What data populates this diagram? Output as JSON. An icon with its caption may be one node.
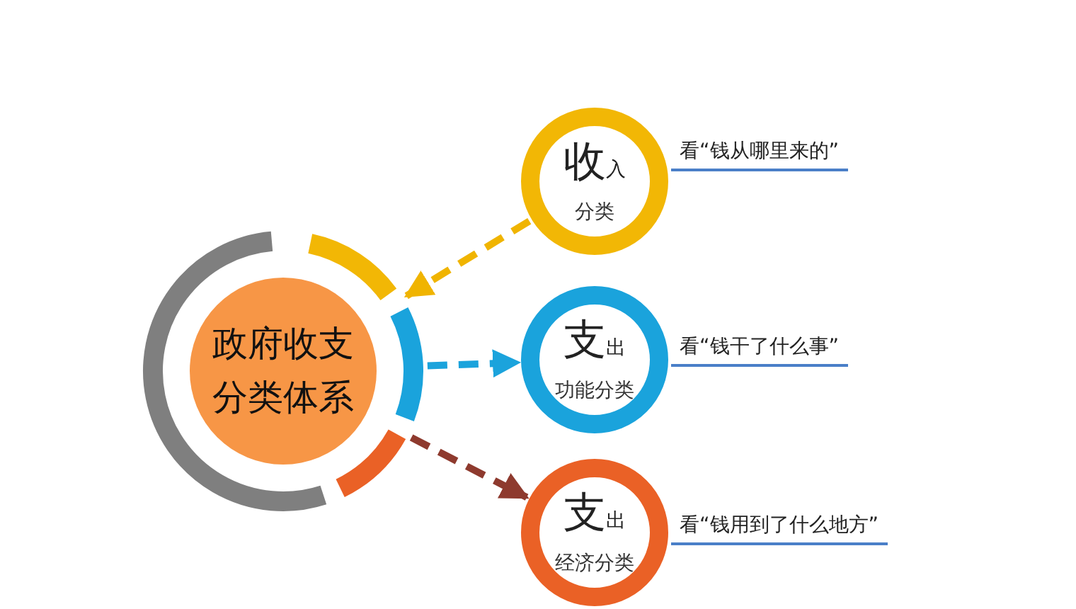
{
  "diagram": {
    "nodes": [
      {
        "text": [
          "政府收支分类体系"
        ]
      },
      {
        "text": [
          "收$_{入}$",
          "分类"
        ],
        "beside": [
          "看“钱从哪里来的”"
        ]
      },
      {
        "text": [
          "支$_{出}$",
          "功能分类"
        ],
        "beside": [
          "看“钱干了什么事”"
        ]
      },
      {
        "text": [
          "支$_{出}$",
          "经济分类"
        ],
        "beside": [
          "看“钱用到了什么地方”"
        ]
      }
    ],
    "edges": [
      {
        "from": 1,
        "to": 0,
        "arrow": "to",
        "style": "dashed",
        "color": "#f0b400"
      },
      {
        "from": 0,
        "to": 2,
        "arrow": "to",
        "style": "dashed",
        "color": "#1ba3dc"
      },
      {
        "from": 0,
        "to": 3,
        "arrow": "to",
        "style": "dashed",
        "color": "#8e3a2e"
      }
    ]
  }
}
